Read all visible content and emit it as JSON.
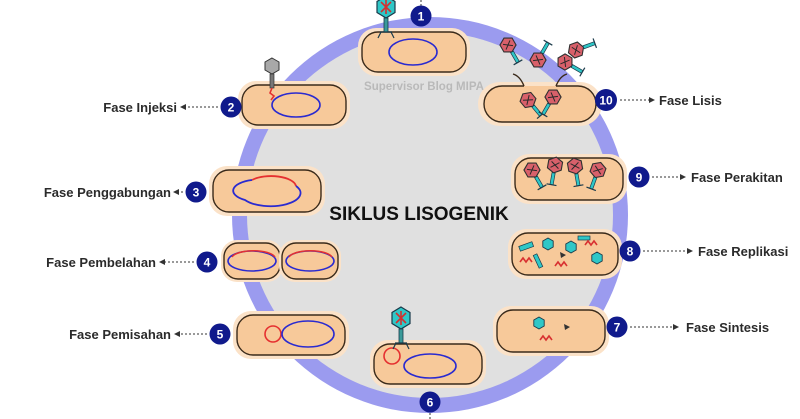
{
  "title": "SIKLUS LISOGENIK",
  "watermark": "Supervisor Blog MIPA",
  "colors": {
    "ring": "#9b9bef",
    "disc": "#e0e0e0",
    "cell_fill": "#f7c99a",
    "cell_glow": "#fbe2c8",
    "dna": "#2a2ad0",
    "phage_dna": "#e53030",
    "badge": "#101a8c",
    "capsid": "#2fc7c7"
  },
  "stages": [
    {
      "number": "1",
      "label": ""
    },
    {
      "number": "2",
      "label": "Fase Injeksi"
    },
    {
      "number": "3",
      "label": "Fase Penggabungan"
    },
    {
      "number": "4",
      "label": "Fase Pembelahan"
    },
    {
      "number": "5",
      "label": "Fase Pemisahan"
    },
    {
      "number": "6",
      "label": ""
    },
    {
      "number": "7",
      "label": "Fase Sintesis"
    },
    {
      "number": "8",
      "label": "Fase Replikasi"
    },
    {
      "number": "9",
      "label": "Fase Perakitan"
    },
    {
      "number": "10",
      "label": "Fase Lisis"
    }
  ]
}
